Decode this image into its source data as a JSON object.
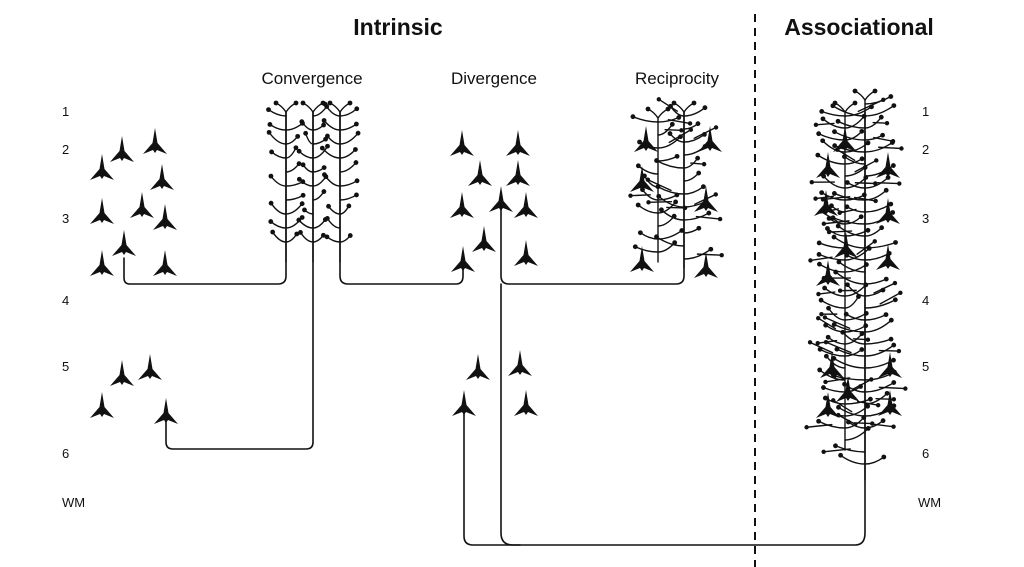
{
  "headings": {
    "intrinsic": "Intrinsic",
    "associational": "Associational"
  },
  "panels": {
    "convergence": "Convergence",
    "divergence": "Divergence",
    "reciprocity": "Reciprocity"
  },
  "layers": {
    "left": [
      "1",
      "2",
      "3",
      "4",
      "5",
      "6",
      "WM"
    ],
    "right": [
      "1",
      "2",
      "3",
      "4",
      "5",
      "6",
      "WM"
    ]
  }
}
